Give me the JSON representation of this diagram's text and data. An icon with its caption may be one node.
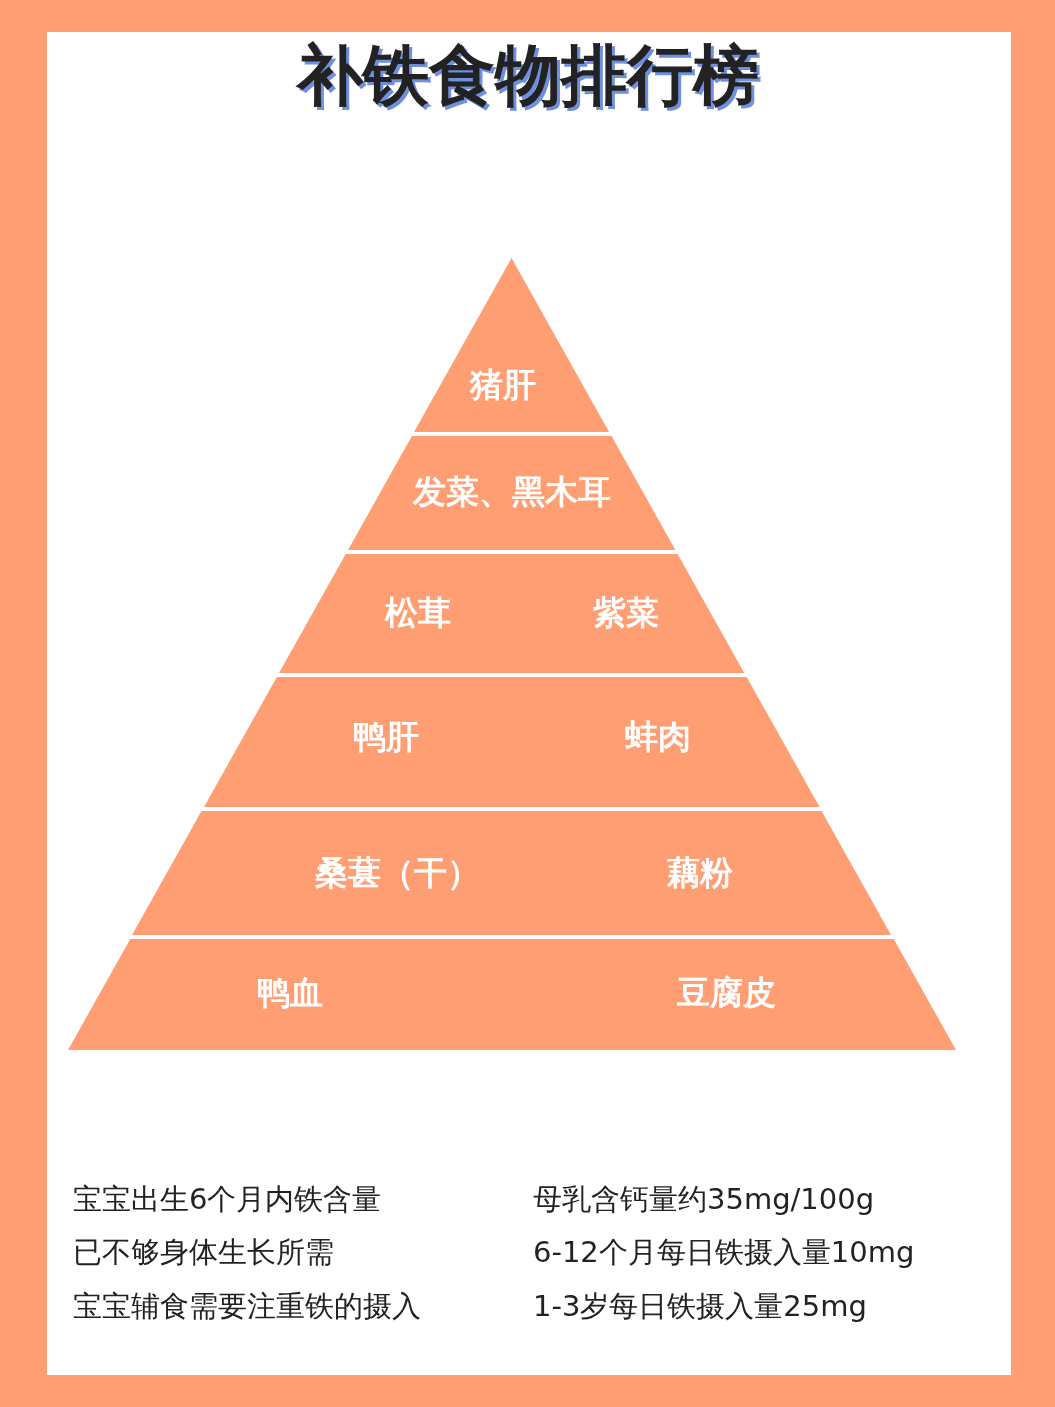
{
  "diagram": {
    "title": "补铁食物排行榜",
    "nodes": [
      {
        "text": [
          "猪肝"
        ]
      },
      {
        "text": [
          "发菜、黑木耳"
        ]
      },
      {
        "text": [
          "松茸",
          "紫菜"
        ]
      },
      {
        "text": [
          "鸭肝",
          "蚌肉"
        ]
      },
      {
        "text": [
          "桑葚（干）",
          "藕粉"
        ]
      },
      {
        "text": [
          "鸭血",
          "豆腐皮"
        ]
      }
    ],
    "labels": [
      "宝宝出生6个月内铁含量",
      "已不够身体生长所需",
      "宝宝辅食需要注重铁的摄入",
      "母乳含钙量约35mg/100g",
      "6-12个月每日铁摄入量10mg",
      "1-3岁每日铁摄入量25mg"
    ]
  }
}
